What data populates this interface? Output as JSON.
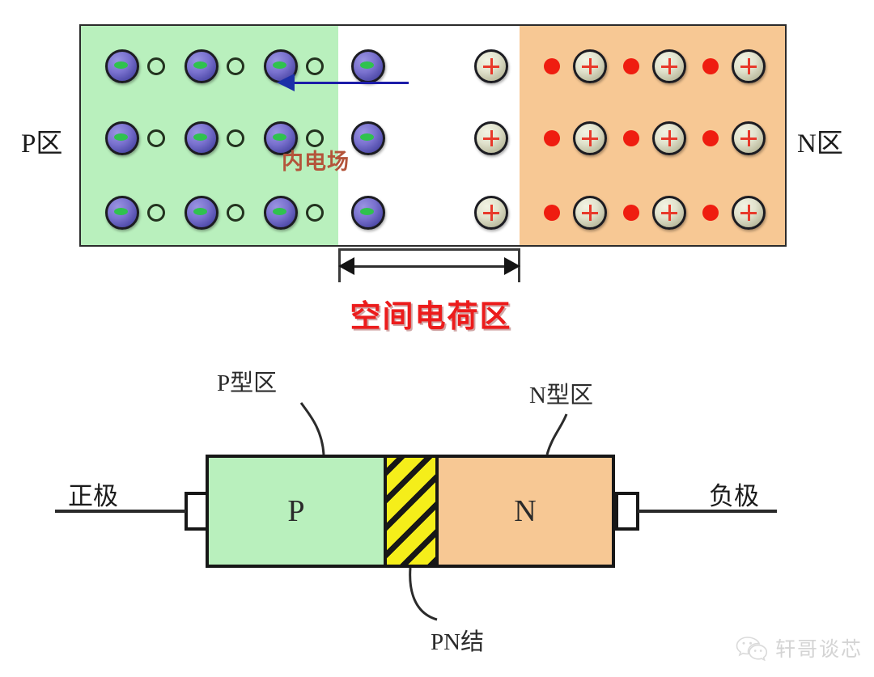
{
  "top_diagram": {
    "left_label": "P区",
    "right_label": "N区",
    "field_label": "内电场",
    "colors": {
      "p_region": "#b9f0bd",
      "n_region": "#f7c894",
      "depletion": "#ffffff",
      "electron": "#7a72cf",
      "positive_ion": "#e2e3ce",
      "free_electron_dot": "#ef1d10",
      "field_arrow": "#1c30a8",
      "field_label_color": "#b4543a"
    },
    "legend_semantics": {
      "purple_circle": "negative acceptor ion (bound)",
      "small_open_circle": "hole",
      "cream_circle_plus": "positive donor ion (bound)",
      "small_red_dot": "free electron"
    }
  },
  "dimension": {
    "label": "空间电荷区",
    "label_color": "#ec1c1c"
  },
  "bottom_diagram": {
    "p_block_letter": "P",
    "n_block_letter": "N",
    "p_callout": "P型区",
    "n_callout": "N型区",
    "junction_callout": "PN结",
    "left_terminal": "正极",
    "right_terminal": "负极",
    "colors": {
      "p_block": "#b9f0bd",
      "n_block": "#f7c894",
      "junction": "#f5ee1a",
      "outline": "#171717"
    }
  },
  "watermark": {
    "text": "轩哥谈芯",
    "icon": "wechat-icon"
  }
}
